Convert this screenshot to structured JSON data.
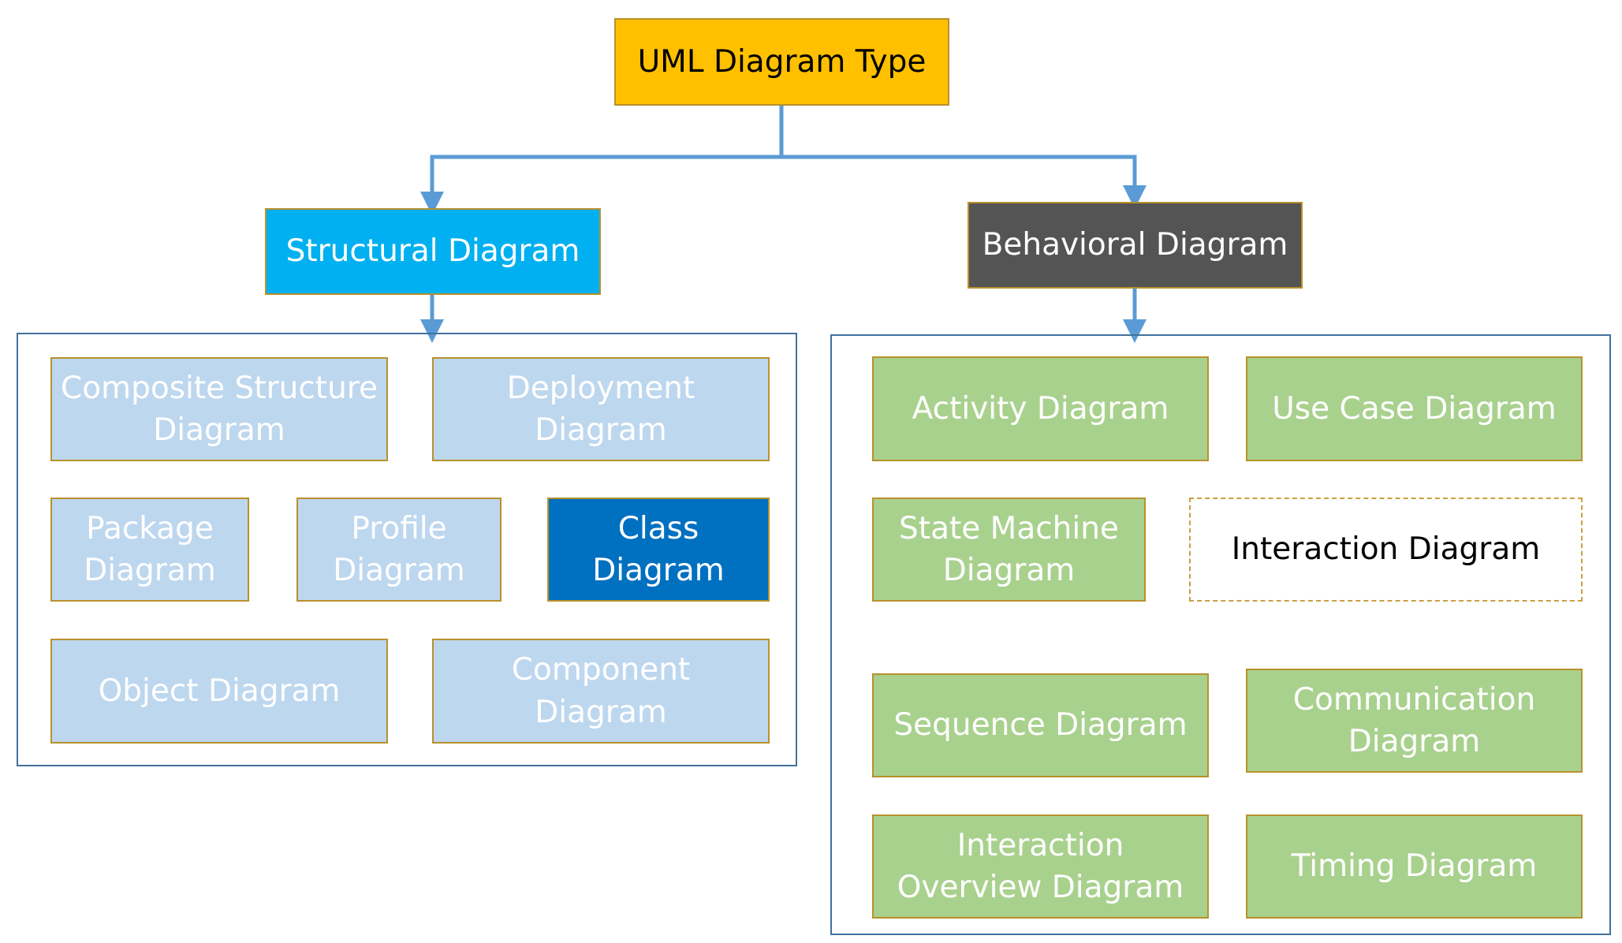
{
  "root": {
    "label": "UML Diagram Type"
  },
  "structural": {
    "label": "Structural Diagram",
    "items": {
      "composite_structure": "Composite Structure Diagram",
      "deployment": "Deployment Diagram",
      "package": "Package Diagram",
      "profile": "Profile Diagram",
      "class": "Class Diagram",
      "object": "Object Diagram",
      "component": "Component Diagram"
    }
  },
  "behavioral": {
    "label": "Behavioral Diagram",
    "items": {
      "activity": "Activity Diagram",
      "use_case": "Use Case Diagram",
      "state_machine": "State Machine Diagram",
      "interaction": "Interaction Diagram",
      "sequence": "Sequence Diagram",
      "communication": "Communication Diagram",
      "interaction_overview": "Interaction Overview Diagram",
      "timing": "Timing Diagram"
    }
  },
  "colors": {
    "root_fill": "#ffc000",
    "structural_head_fill": "#00b0f0",
    "behavioral_head_fill": "#545454",
    "structural_item_fill": "#bdd7ee",
    "selected_item_fill": "#0070c0",
    "behavioral_item_fill": "#a9d18e",
    "connector": "#5b9bd5"
  }
}
